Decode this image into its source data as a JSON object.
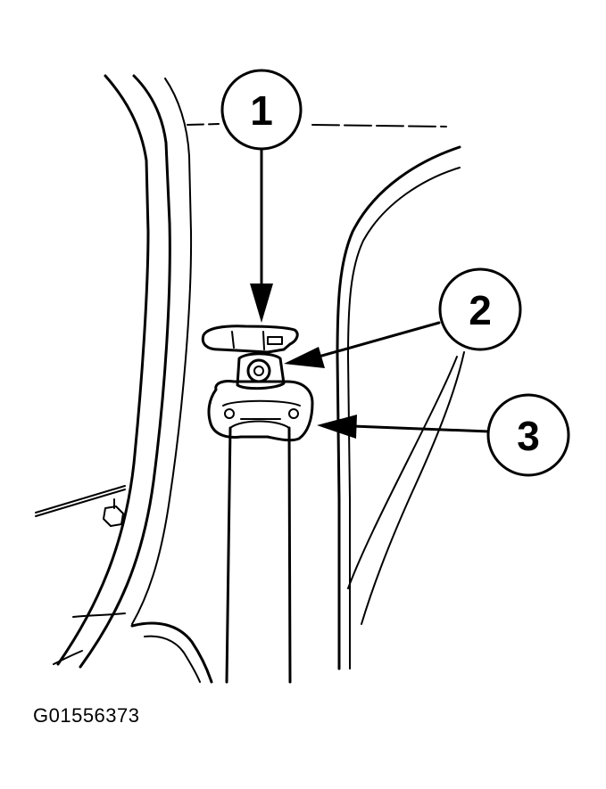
{
  "callouts": [
    {
      "label": "1"
    },
    {
      "label": "2"
    },
    {
      "label": "3"
    }
  ],
  "figure_id": "G01556373"
}
